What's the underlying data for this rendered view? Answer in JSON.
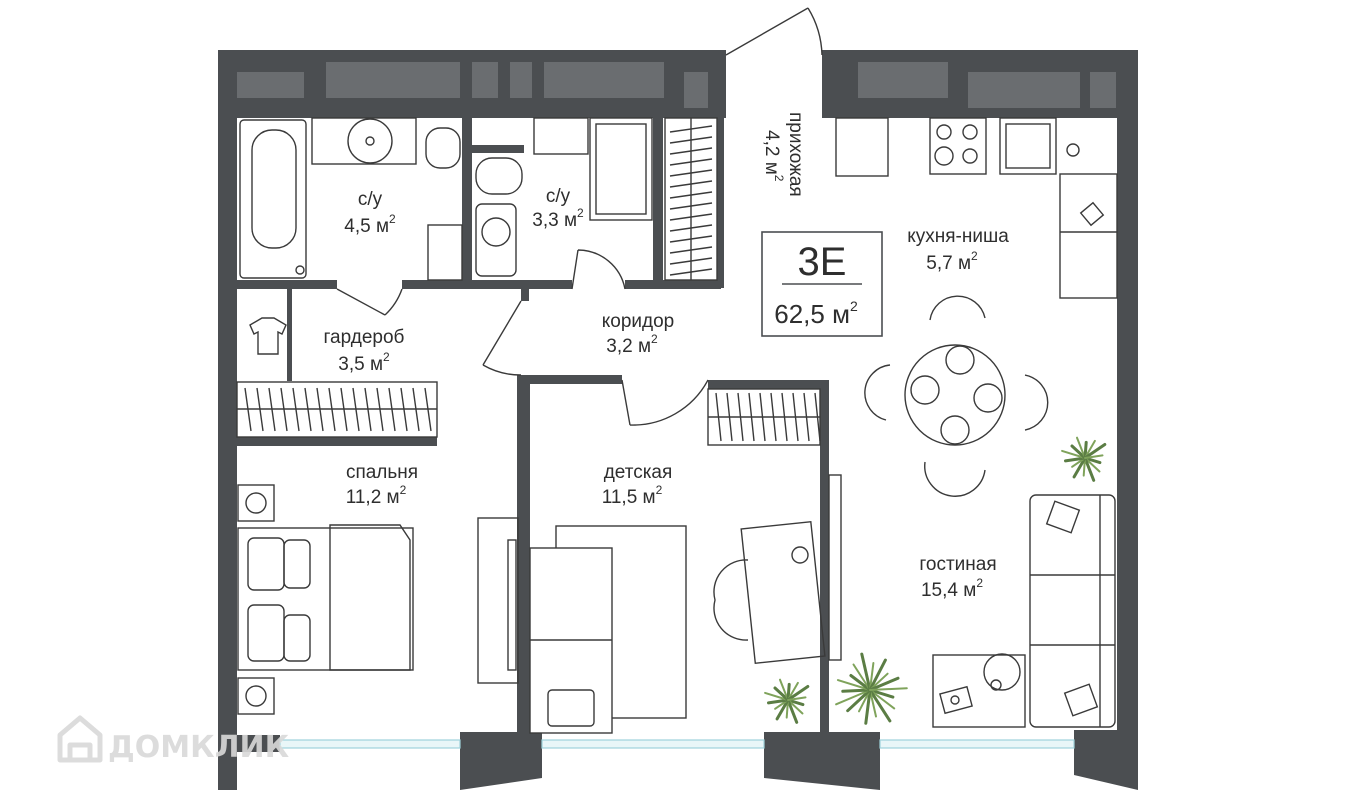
{
  "apartment": {
    "type": "3Е",
    "total_area": "62,5 м",
    "area_sup": "2"
  },
  "rooms": {
    "bathroom1": {
      "name": "с/у",
      "area": "4,5 м",
      "sup": "2"
    },
    "bathroom2": {
      "name": "с/у",
      "area": "3,3 м",
      "sup": "2"
    },
    "hallway": {
      "name": "прихожая",
      "area": "4,2 м",
      "sup": "2"
    },
    "kitchen": {
      "name": "кухня-ниша",
      "area": "5,7 м",
      "sup": "2"
    },
    "wardrobe": {
      "name": "гардероб",
      "area": "3,5 м",
      "sup": "2"
    },
    "corridor": {
      "name": "коридор",
      "area": "3,2 м",
      "sup": "2"
    },
    "bedroom": {
      "name": "спальня",
      "area": "11,2 м",
      "sup": "2"
    },
    "kids_room": {
      "name": "детская",
      "area": "11,5 м",
      "sup": "2"
    },
    "living_room": {
      "name": "гостиная",
      "area": "15,4 м",
      "sup": "2"
    }
  },
  "watermark": {
    "text": "ДОМКЛИК",
    "icon": "house-icon"
  },
  "colors": {
    "wall": "#4b4e51",
    "window": "#6a6d70",
    "glass": "#9fd3dc",
    "plant": "#5b7d44",
    "text": "#2e2e2e"
  }
}
